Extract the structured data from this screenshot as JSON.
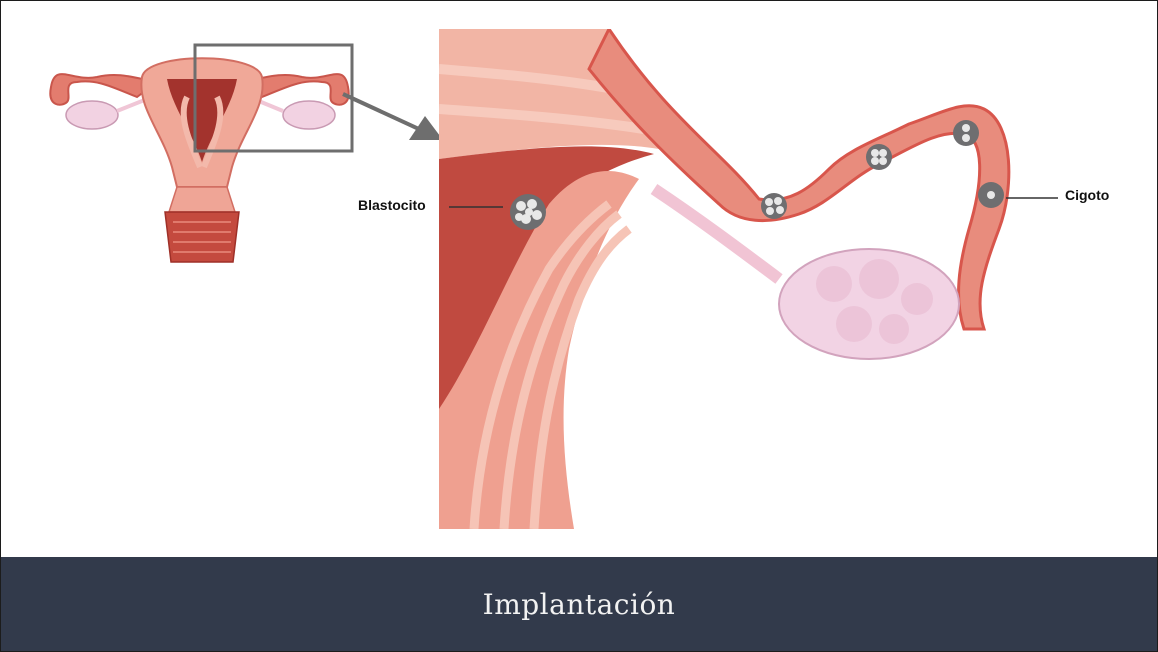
{
  "diagram": {
    "labels": {
      "blastocito": "Blastocito",
      "cigoto": "Cigoto"
    },
    "colors": {
      "tissue_light": "#f3b3a4",
      "tissue_mid": "#e7887a",
      "tissue_dark": "#b9433c",
      "cavity": "#8c2320",
      "ovary": "#f0cfe0",
      "zoom_frame": "#6e6e6e",
      "cell": "#6e6e70"
    }
  },
  "footer": {
    "title": "Implantación",
    "background": "#323a4b"
  }
}
